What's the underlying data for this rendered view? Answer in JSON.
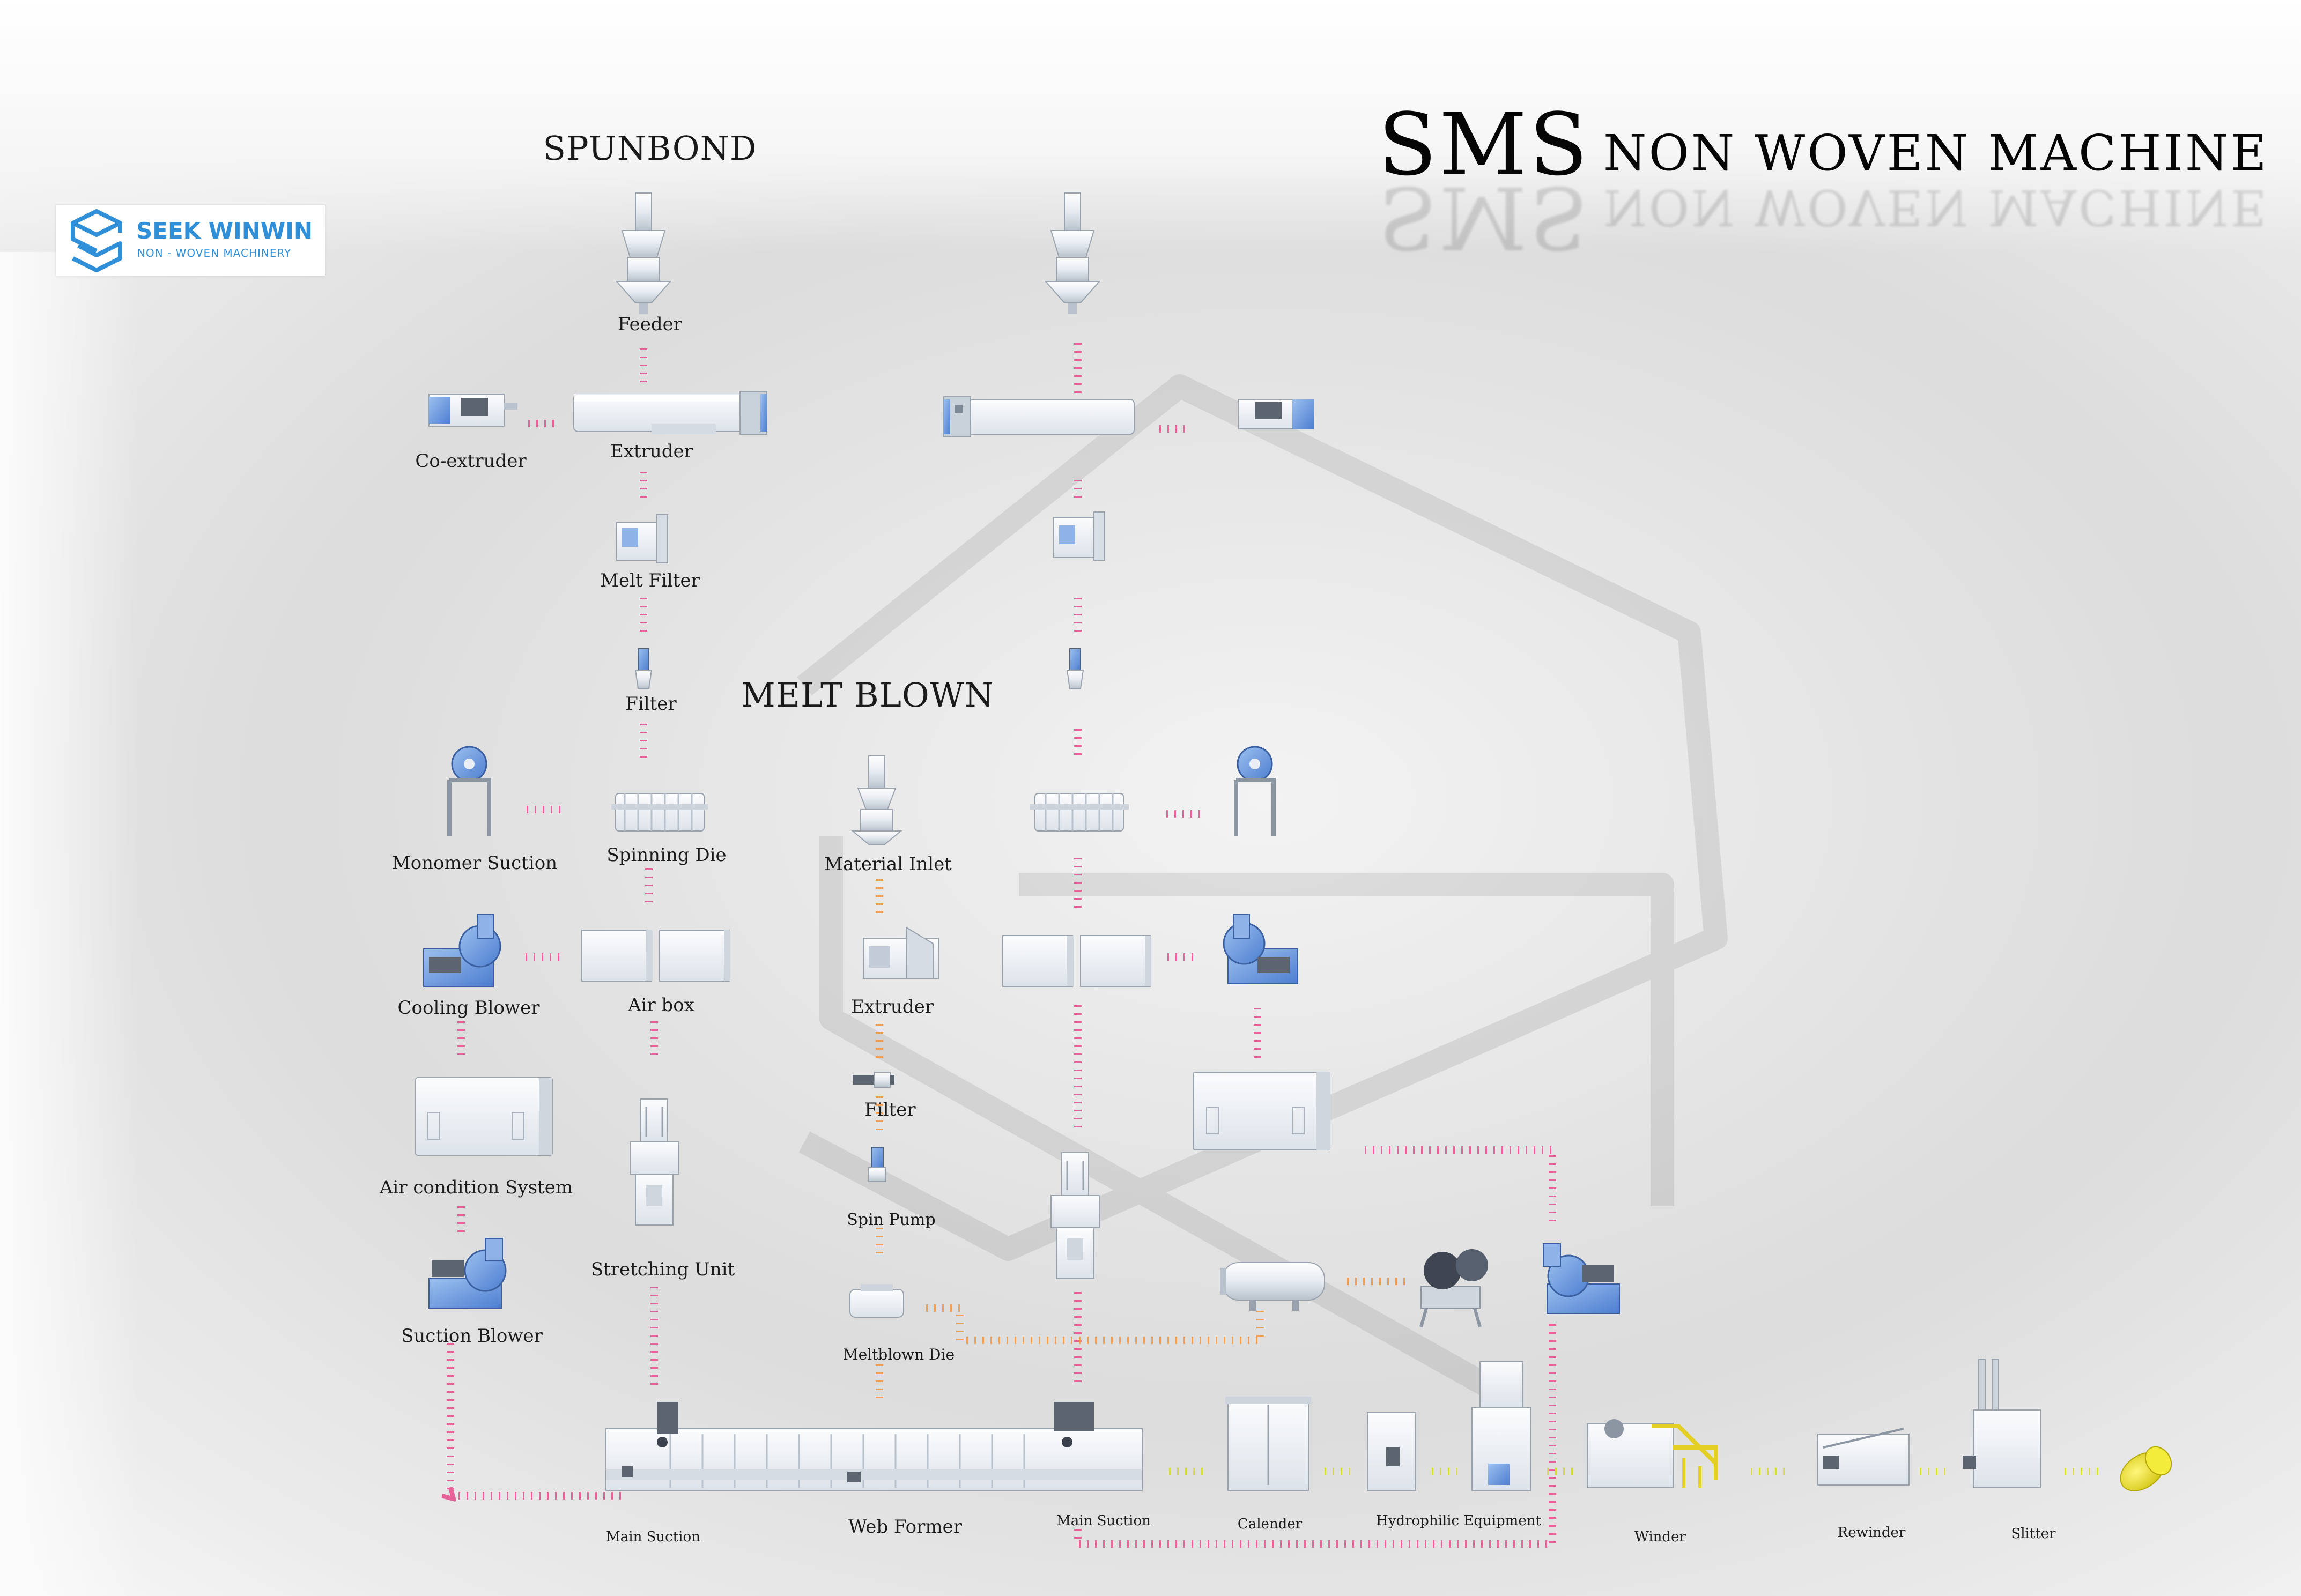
{
  "title": {
    "main": "SMS",
    "sub": "NON WOVEN MACHINE"
  },
  "brand": {
    "name": "SEEK WINWIN",
    "tagline": "NON - WOVEN  MACHINERY"
  },
  "sections": {
    "spunbond": "SPUNBOND",
    "meltblown": "MELT BLOWN"
  },
  "labels": {
    "feeder": "Feeder",
    "co_extruder": "Co-extruder",
    "extruder": "Extruder",
    "melt_filter": "Melt Filter",
    "filter": "Filter",
    "monomer_suction": "Monomer Suction",
    "spinning_die": "Spinning Die",
    "cooling_blower": "Cooling Blower",
    "air_box": "Air box",
    "air_condition_system": "Air condition System",
    "stretching_unit": "Stretching Unit",
    "suction_blower": "Suction Blower",
    "main_suction": "Main Suction",
    "web_former": "Web Former",
    "material_inlet": "Material Inlet",
    "mb_extruder": "Extruder",
    "mb_filter": "Filter",
    "spin_pump": "Spin Pump",
    "meltblown_die": "Meltblown Die",
    "main_suction_2": "Main Suction",
    "calender": "Calender",
    "hydrophilic_equipment": "Hydrophilic Equipment",
    "winder": "Winder",
    "rewinder": "Rewinder",
    "slitter": "Slitter"
  },
  "colors": {
    "spunbond_arrow": "#e8629a",
    "meltblown_arrow": "#f0a055",
    "line_arrow": "#d6dc3c",
    "machine": "#e9eef4",
    "accent": "#4d7ed0",
    "logo": "#2f8fd8",
    "roll": "#e9e21c"
  }
}
